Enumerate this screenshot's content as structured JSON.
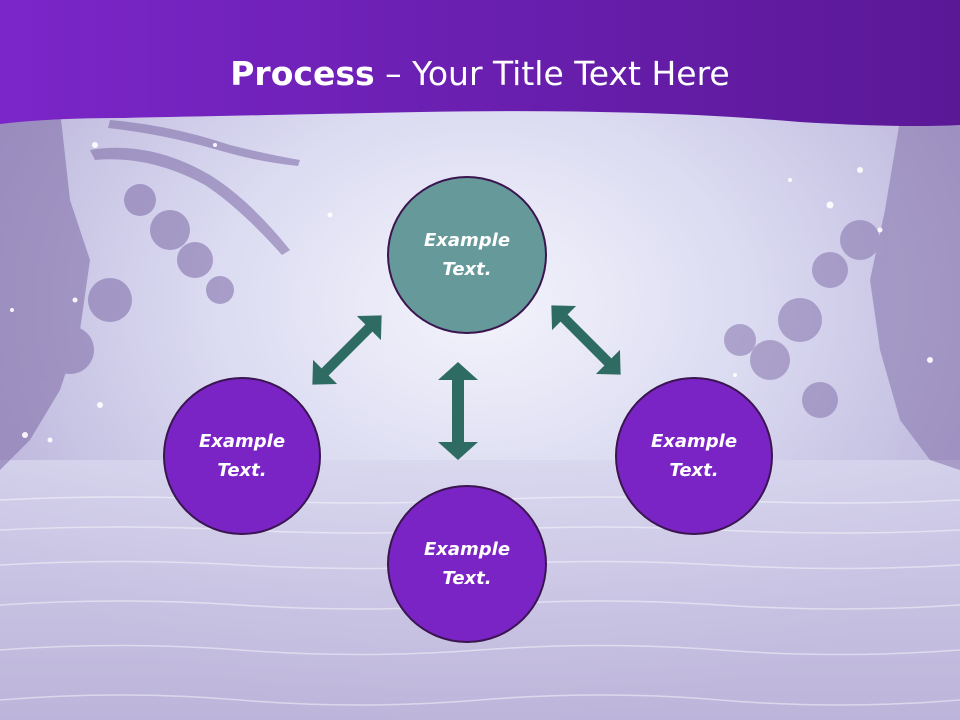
{
  "slide": {
    "title_bold": "Process",
    "title_rest": " – Your Title Text Here"
  },
  "nodes": {
    "top": {
      "line1": "Example",
      "line2": "Text."
    },
    "left": {
      "line1": "Example",
      "line2": "Text."
    },
    "bottom": {
      "line1": "Example",
      "line2": "Text."
    },
    "right": {
      "line1": "Example",
      "line2": "Text."
    }
  },
  "colors": {
    "header": "#6a1fb0",
    "accent_node": "#66999a",
    "node": "#7a24c6",
    "arrow": "#2e6b63"
  }
}
